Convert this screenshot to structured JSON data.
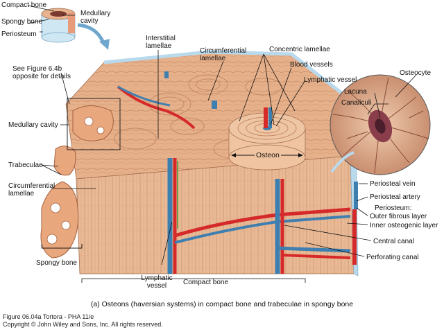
{
  "inset": {
    "compact_bone": "Compact bone",
    "spongy_bone": "Spongy bone",
    "periosteum": "Periosteum",
    "medullary_cavity": "Medullary cavity"
  },
  "labels": {
    "see_figure": "See Figure 6.4b opposite for details",
    "medullary_cavity": "Medullary cavity",
    "trabeculae": "Trabeculae",
    "circumferential_lamellae_left": "Circumferential lamellae",
    "interstitial_lamellae": "Interstitial lamellae",
    "circumferential_lamellae_top": "Circumferential lamellae",
    "concentric_lamellae": "Concentric lamellae",
    "blood_vessels": "Blood vessels",
    "lymphatic_vessel_top": "Lymphatic vessel",
    "osteocyte": "Osteocyte",
    "lacuna": "Lacuna",
    "canaliculi": "Canaliculi",
    "osteon": "Osteon",
    "periosteal_vein": "Periosteal vein",
    "periosteal_artery": "Periosteal artery",
    "periosteum": "Periosteum:",
    "outer_fibrous_layer": "Outer fibrous layer",
    "inner_osteogenic_layer": "Inner osteogenic layer",
    "central_canal": "Central canal",
    "perforating_canal": "Perforating canal",
    "spongy_bone": "Spongy bone",
    "lymphatic_vessel_bottom": "Lymphatic vessel",
    "compact_bone": "Compact bone"
  },
  "caption": "(a) Osteons (haversian systems) in compact bone and trabeculae in spongy bone",
  "credit": {
    "line1": "Figure 06.04a  Tortora - PHA 11/e",
    "line2": "Copyright © John Wiley and Sons, Inc. All rights reserved."
  },
  "colors": {
    "bone": "#e8b490",
    "bone_dark": "#c98862",
    "bone_light": "#f6d2b4",
    "artery": "#d62a2a",
    "vein": "#3f7fb0",
    "lymph": "#6aa24a",
    "periosteum": "#b9d9ec"
  }
}
